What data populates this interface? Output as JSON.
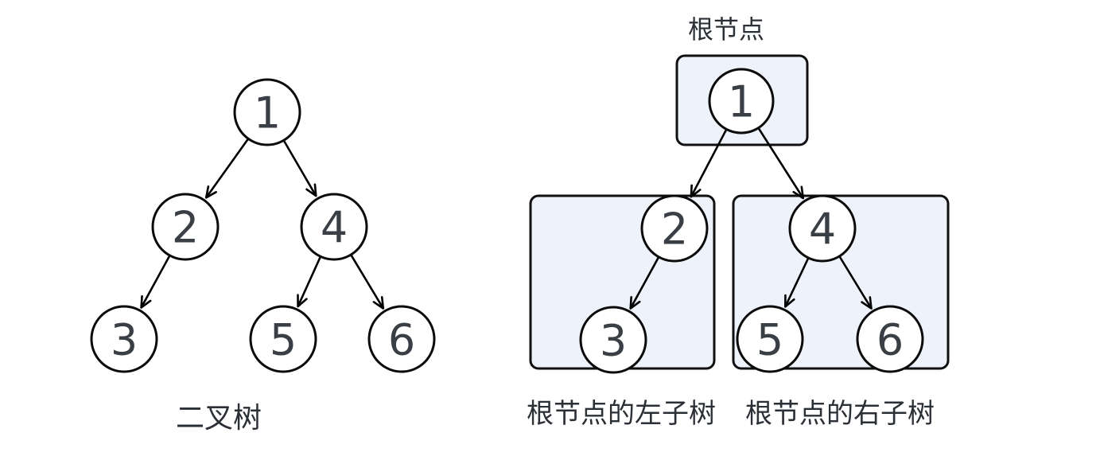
{
  "colors": {
    "background": "#ffffff",
    "node_fill": "#ffffff",
    "outline": "#0b0b0b",
    "edge_stroke": "#000000",
    "region_fill": "#edf2fb",
    "region_stroke": "#101010",
    "caption_text": "#2b2f36",
    "node_text": "#3a3f46"
  },
  "left_diagram": {
    "caption": "二叉树",
    "nodes": {
      "n1": "1",
      "n2": "2",
      "n3": "3",
      "n4": "4",
      "n5": "5",
      "n6": "6"
    },
    "edges": [
      "1→2",
      "1→4",
      "2→3",
      "4→5",
      "4→6"
    ]
  },
  "right_diagram": {
    "root_region_label": "根节点",
    "left_subtree_region_label": "根节点的左子树",
    "right_subtree_region_label": "根节点的右子树",
    "nodes": {
      "n1": "1",
      "n2": "2",
      "n3": "3",
      "n4": "4",
      "n5": "5",
      "n6": "6"
    },
    "edges": [
      "1→2",
      "1→4",
      "2→3",
      "4→5",
      "4→6"
    ]
  }
}
